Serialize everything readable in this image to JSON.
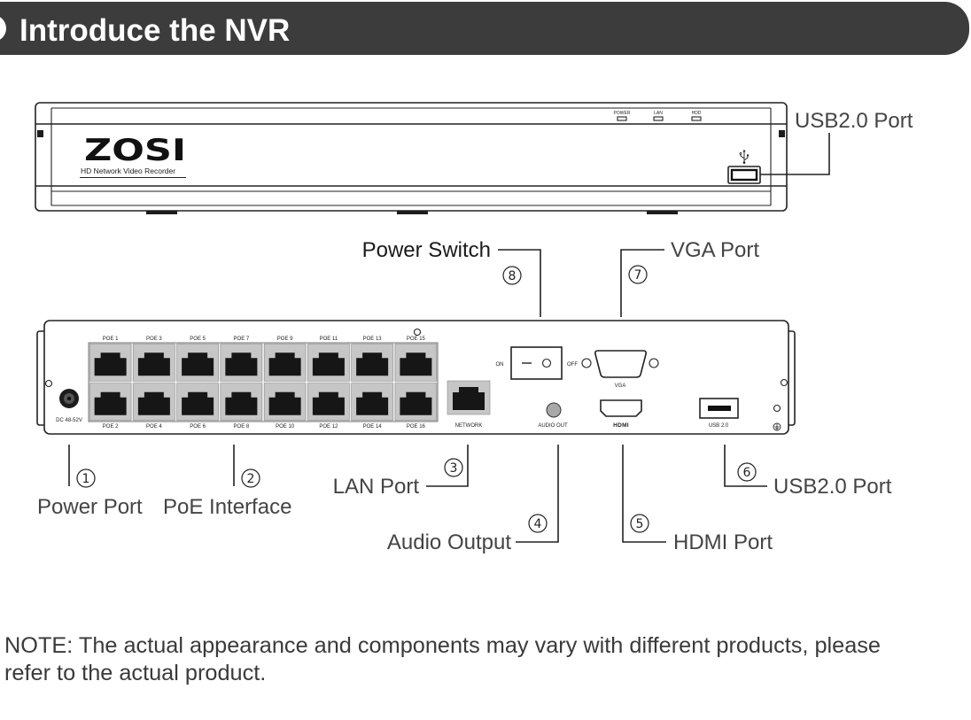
{
  "header": {
    "title": "Introduce the NVR"
  },
  "front_panel": {
    "brand": "ZOSI",
    "model_caption": "HD Network Video Recorder",
    "indicators": [
      "POWER",
      "LAN",
      "HDD"
    ],
    "usb_callout": "USB2.0 Port"
  },
  "rear_panel": {
    "power_input": "DC 48-52V",
    "poe_top_labels": [
      "POE 1",
      "POE 3",
      "POE 5",
      "POE 7",
      "POE 9",
      "POE 11",
      "POE 13",
      "POE 15"
    ],
    "poe_bottom_labels": [
      "POE 2",
      "POE 4",
      "POE 6",
      "POE 8",
      "POE 10",
      "POE 12",
      "POE 14",
      "POE 16"
    ],
    "network": "NETWORK",
    "switch_on": "ON",
    "switch_off": "OFF",
    "vga": "VGA",
    "audio_out": "AUDIO OUT",
    "hdmi": "HDMI",
    "usb": "USB 2.0"
  },
  "callouts": [
    {
      "number": "1",
      "label": "Power Port"
    },
    {
      "number": "2",
      "label": "PoE Interface"
    },
    {
      "number": "3",
      "label": "LAN Port"
    },
    {
      "number": "4",
      "label": "Audio Output"
    },
    {
      "number": "5",
      "label": "HDMI Port"
    },
    {
      "number": "6",
      "label": "USB2.0 Port"
    },
    {
      "number": "7",
      "label": "VGA Port"
    },
    {
      "number": "8",
      "label": "Power Switch"
    }
  ],
  "note": {
    "line1": "NOTE: The actual appearance and components may vary with different products, please",
    "line2": "refer to the actual product."
  },
  "icons": {
    "front_usb": "usb-icon",
    "ground": "ground-icon",
    "lan_jack": "rj45-jack-icon"
  },
  "colors": {
    "header_bg": "#3c3c3c",
    "header_text": "#ffffff",
    "line": "#222222",
    "label_text": "#444444",
    "port_body": "#c6c6c6"
  }
}
